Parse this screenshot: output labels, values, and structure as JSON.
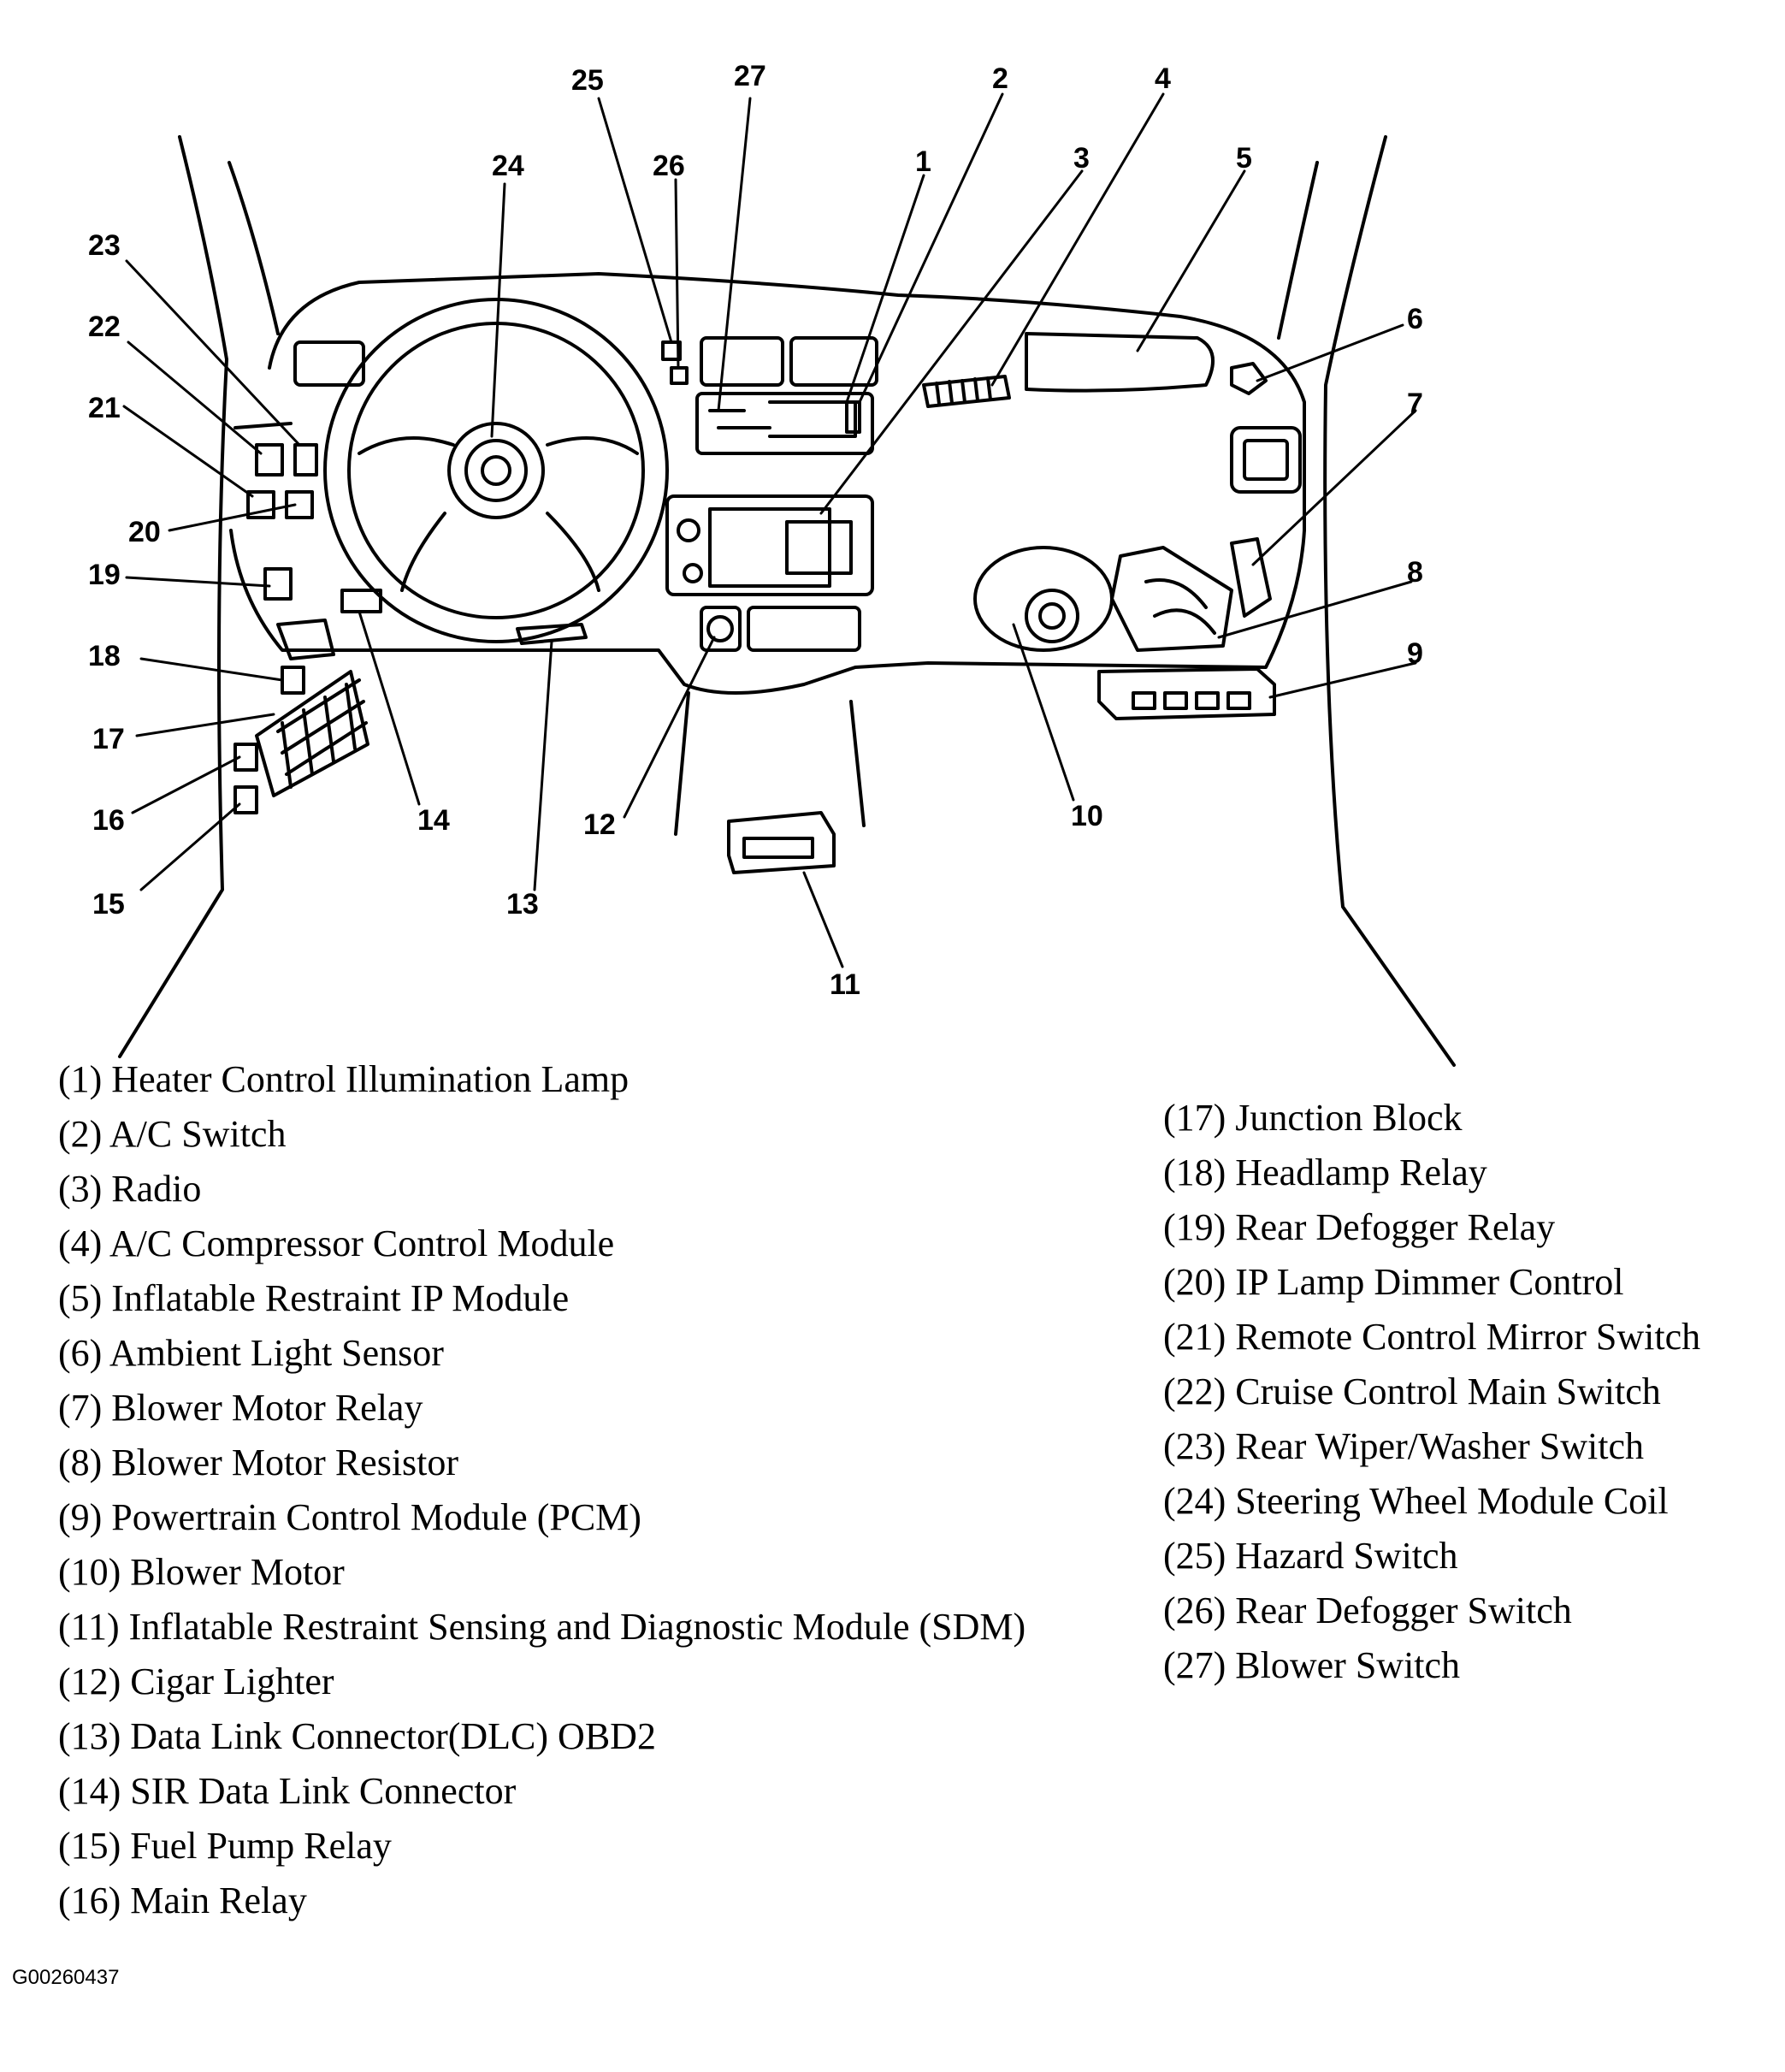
{
  "callouts": [
    "1",
    "2",
    "3",
    "4",
    "5",
    "6",
    "7",
    "8",
    "9",
    "10",
    "11",
    "12",
    "13",
    "14",
    "15",
    "16",
    "17",
    "18",
    "19",
    "20",
    "21",
    "22",
    "23",
    "24",
    "25",
    "26",
    "27"
  ],
  "legend_left": [
    "(1)  Heater Control Illumination Lamp",
    "(2)  A/C Switch",
    "(3)  Radio",
    "(4)  A/C Compressor Control Module",
    "(5)  Inflatable Restraint IP Module",
    "(6)  Ambient Light Sensor",
    "(7)  Blower Motor Relay",
    "(8)  Blower Motor Resistor",
    "(9)  Powertrain Control Module (PCM)",
    "(10) Blower Motor",
    "(11) Inflatable Restraint Sensing and Diagnostic Module (SDM)",
    "(12) Cigar Lighter",
    "(13) Data Link Connector(DLC) OBD2",
    "(14) SIR Data Link Connector",
    "(15) Fuel Pump Relay",
    "(16) Main Relay"
  ],
  "legend_right": [
    "(17) Junction Block",
    "(18) Headlamp Relay",
    "(19) Rear Defogger Relay",
    "(20) IP Lamp Dimmer Control",
    "(21) Remote Control Mirror Switch",
    "(22) Cruise Control Main Switch",
    "(23) Rear Wiper/Washer Switch",
    "(24) Steering Wheel Module Coil",
    "(25) Hazard Switch",
    "(26) Rear Defogger Switch",
    "(27) Blower Switch"
  ],
  "figure_id": "G00260437"
}
